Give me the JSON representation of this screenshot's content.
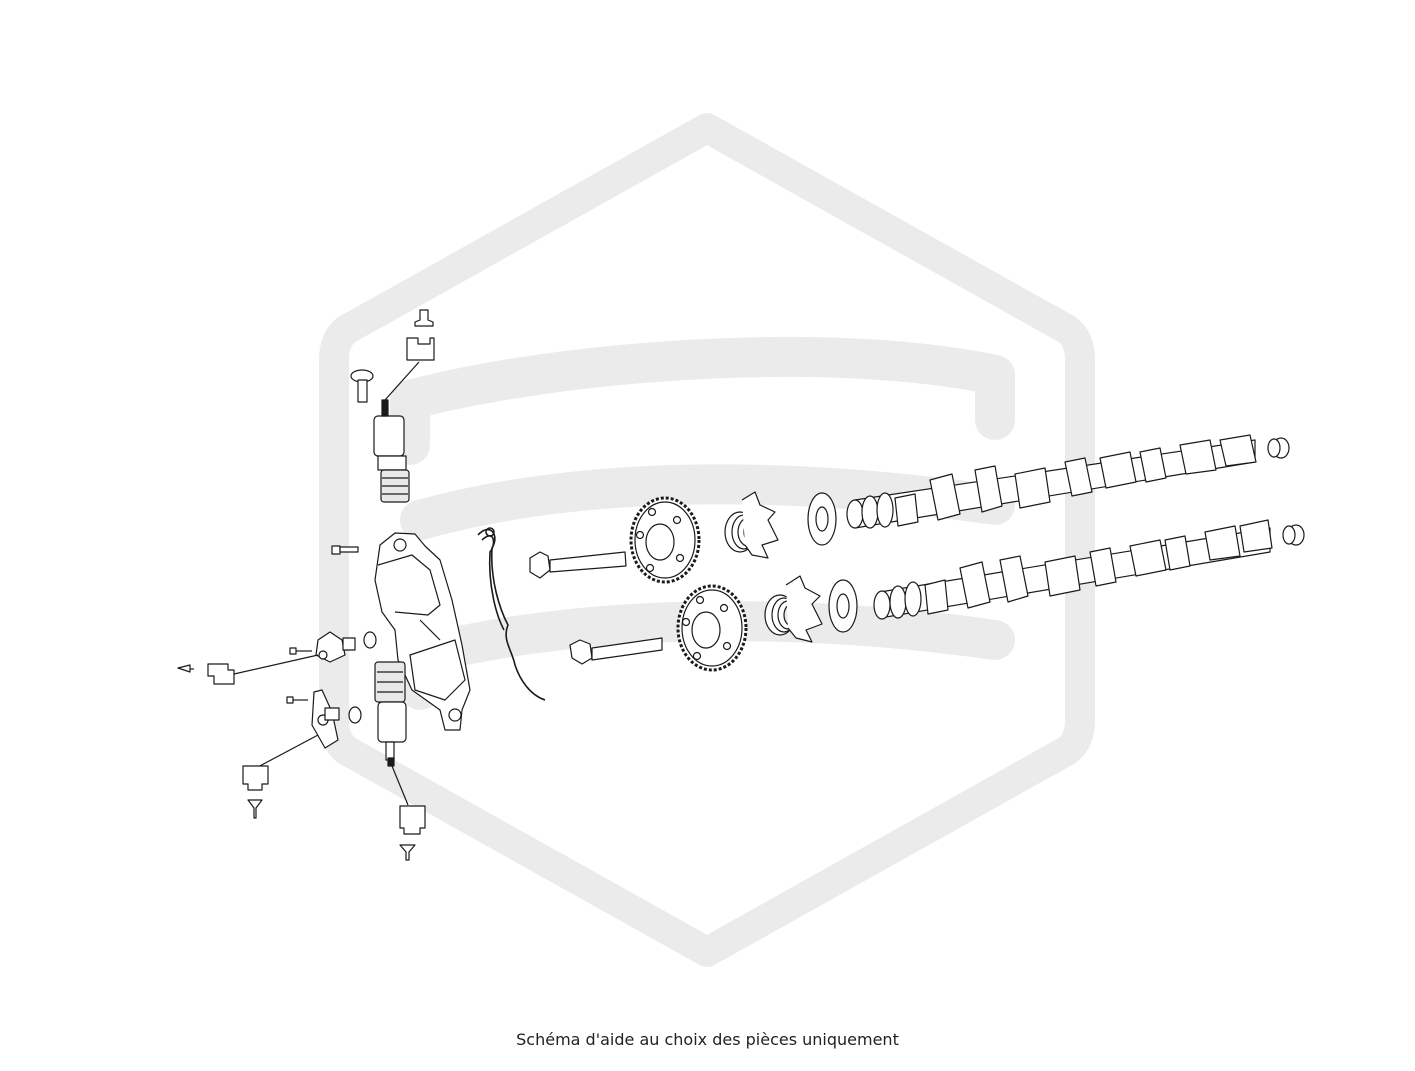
{
  "caption": "Schéma d'aide au choix des pièces uniquement",
  "colors": {
    "background": "#ffffff",
    "watermark": "#ebebeb",
    "line": "#1a1a1a",
    "part_fill": "#ffffff"
  },
  "watermark": {
    "icon": "hexagon-logo-icon"
  },
  "parts": [
    {
      "id": "control-valve-upper",
      "icon": "solenoid-valve-icon"
    },
    {
      "id": "control-valve-lower",
      "icon": "solenoid-valve-icon"
    },
    {
      "id": "valve-housing",
      "icon": "housing-icon"
    },
    {
      "id": "gasket",
      "icon": "gasket-icon"
    },
    {
      "id": "camshaft-sensor-upper",
      "icon": "sensor-icon"
    },
    {
      "id": "camshaft-sensor-lower",
      "icon": "sensor-icon"
    },
    {
      "id": "central-bolt-upper",
      "icon": "bolt-icon"
    },
    {
      "id": "central-bolt-lower",
      "icon": "bolt-icon"
    },
    {
      "id": "camshaft-adjuster-upper",
      "icon": "gear-icon"
    },
    {
      "id": "camshaft-adjuster-lower",
      "icon": "gear-icon"
    },
    {
      "id": "spring-upper",
      "icon": "spring-icon"
    },
    {
      "id": "spring-lower",
      "icon": "spring-icon"
    },
    {
      "id": "trigger-wheel-upper",
      "icon": "trigger-wheel-icon"
    },
    {
      "id": "trigger-wheel-lower",
      "icon": "trigger-wheel-icon"
    },
    {
      "id": "washer-upper",
      "icon": "washer-icon"
    },
    {
      "id": "washer-lower",
      "icon": "washer-icon"
    },
    {
      "id": "camshaft-intake",
      "icon": "camshaft-icon"
    },
    {
      "id": "camshaft-exhaust",
      "icon": "camshaft-icon"
    },
    {
      "id": "plug-upper",
      "icon": "plug-icon"
    },
    {
      "id": "plug-lower",
      "icon": "plug-icon"
    }
  ]
}
